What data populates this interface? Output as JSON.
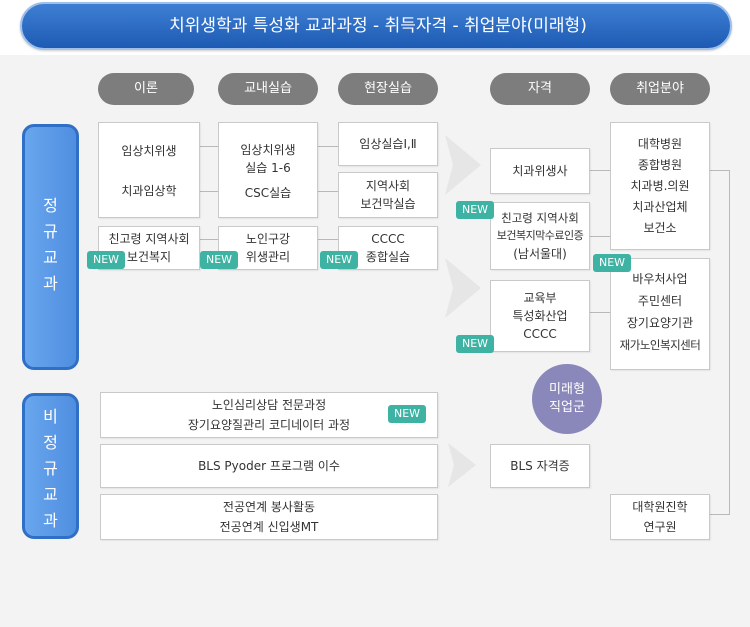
{
  "title": "치위생학과 특성화 교과과정 - 취득자격 - 취업분야(미래형)",
  "headers": [
    "이론",
    "교내실습",
    "현장실습",
    "자격",
    "취업분야"
  ],
  "regular": {
    "label": [
      "정",
      "규",
      "교",
      "과"
    ],
    "theory": [
      "임상치위생",
      "치과임상학"
    ],
    "theory_new": [
      "친고령 지역사회",
      "보건복지"
    ],
    "inschool_1": [
      "임상치위생",
      "실습 1-6"
    ],
    "inschool_2": "CSC실습",
    "inschool_new": [
      "노인구강",
      "위생관리"
    ],
    "field_1": "임상실습Ⅰ,Ⅱ",
    "field_2": [
      "지역사회",
      "보건막실습"
    ],
    "field_new": [
      "CCCC",
      "종합실습"
    ],
    "cert_1": "치과위생사",
    "cert_2": [
      "친고령 지역사회",
      "보건복지막수료인증",
      "(남서울대)"
    ],
    "cert_3": [
      "교육부",
      "특성화산업",
      "CCCC"
    ],
    "jobs_1": [
      "대학병원",
      "종합병원",
      "치과병.의원",
      "치과산업체",
      "보건소"
    ],
    "jobs_2": [
      "바우처사업",
      "주민센터",
      "장기요양기관",
      "재가노인복지센터"
    ]
  },
  "irregular": {
    "label": [
      "비",
      "정",
      "규",
      "교",
      "과"
    ],
    "row1": [
      "노인심리상담 전문과정",
      "장기요양질관리 코디네이터 과정"
    ],
    "row2": "BLS Pyoder 프로그램 이수",
    "row3": [
      "전공연계 봉사활동",
      "전공연계 신입생MT"
    ],
    "cert": "BLS 자격증",
    "jobs": [
      "대학원진학",
      "연구원"
    ]
  },
  "badge_new": "NEW",
  "mirae": [
    "미래형",
    "직업군"
  ],
  "colors": {
    "banner": "#1e5bb4",
    "side": "#4f8ee0",
    "new": "#3fb3a3",
    "pill": "#7d7d7d",
    "mirae": "#8a88bb"
  }
}
